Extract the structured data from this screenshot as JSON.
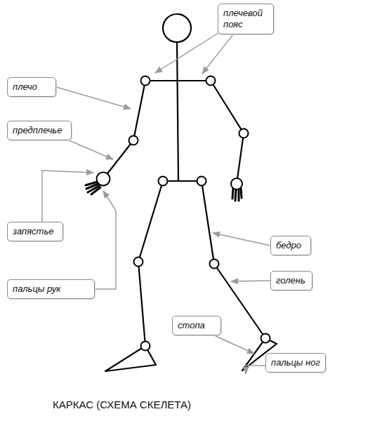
{
  "diagram": {
    "caption": "КАРКАС (СХЕМА СКЕЛЕТА)",
    "nodes": [
      {
        "text": [
          "плечевой пояс"
        ]
      },
      {
        "text": [
          "плечо"
        ]
      },
      {
        "text": [
          "предплечье"
        ]
      },
      {
        "text": [
          "запястье"
        ]
      },
      {
        "text": [
          "бедро"
        ]
      },
      {
        "text": [
          "пальцы рук"
        ]
      },
      {
        "text": [
          "голень"
        ]
      },
      {
        "text": [
          "стопа"
        ]
      },
      {
        "text": [
          "пальцы ног"
        ]
      }
    ]
  }
}
